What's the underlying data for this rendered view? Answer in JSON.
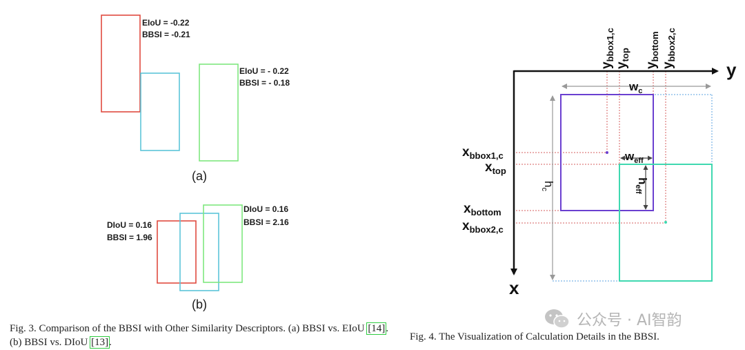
{
  "fig3": {
    "a": {
      "label": "(a)",
      "ann1": [
        "EIoU = -0.22",
        "BBSI = -0.21"
      ],
      "ann2": [
        "EIoU = - 0.22",
        "BBSI = - 0.18"
      ]
    },
    "b": {
      "label": "(b)",
      "ann_left": [
        "DIoU = 0.16",
        "BBSI = 1.96"
      ],
      "ann_right": [
        "DIoU = 0.16",
        "BBSI = 2.16"
      ]
    },
    "caption": {
      "part1": "Fig. 3.  Comparison of the BBSI with Other Similarity Descriptors. (a) BBSI vs. EIoU ",
      "ref1": "[14]",
      "part2": ". (b) BBSI vs. DIoU ",
      "ref2": "[13]",
      "part3": "."
    }
  },
  "fig4": {
    "axis_x": "x",
    "axis_y": "y",
    "y_labels": [
      {
        "base": "y",
        "sub": "bbox1,c"
      },
      {
        "base": "y",
        "sub": "top"
      },
      {
        "base": "y",
        "sub": "bottom"
      },
      {
        "base": "y",
        "sub": "bbox2,c"
      }
    ],
    "x_labels": [
      {
        "base": "x",
        "sub": "bbox1,c"
      },
      {
        "base": "x",
        "sub": "top"
      },
      {
        "base": "x",
        "sub": "bottom"
      },
      {
        "base": "x",
        "sub": "bbox2,c"
      }
    ],
    "w_c": {
      "base": "w",
      "sub": "c"
    },
    "w_eff": {
      "base": "w",
      "sub": "eff"
    },
    "h_c": {
      "base": "h",
      "sub": "c"
    },
    "h_eff": {
      "base": "h",
      "sub": "eff"
    },
    "caption": "Fig. 4.  The Visualization of Calculation Details in the BBSI."
  },
  "colors": {
    "red": "#e04a3f",
    "cyan": "#5cc4d8",
    "green": "#7ee87e",
    "purple": "#6a3fd0",
    "teal": "#3fd8b0",
    "guide_red": "#d65c5c",
    "guide_blue": "#5aa0e0",
    "dim_gray": "#999999",
    "text": "#1a1a1a"
  },
  "watermark": {
    "text": "公众号 · AI智韵",
    "icon": "wechat-icon"
  }
}
